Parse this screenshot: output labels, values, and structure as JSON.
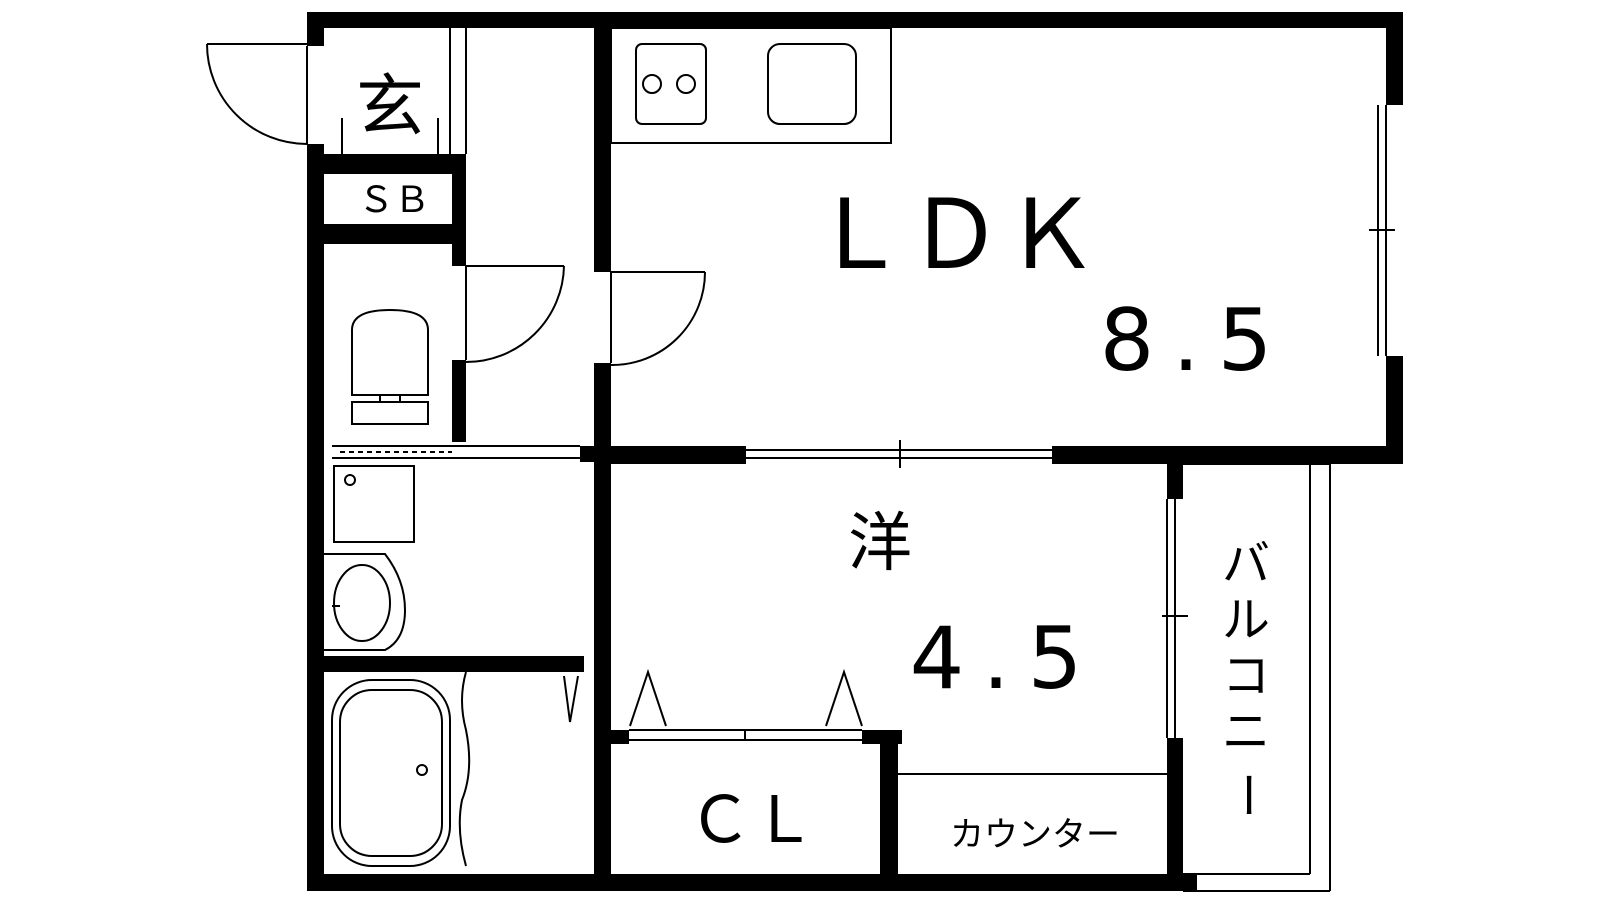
{
  "rooms": {
    "genkan": "玄",
    "shoebox": "ＳＢ",
    "ldk": {
      "name": "ＬＤＫ",
      "size": "8.5"
    },
    "western": {
      "name": "洋",
      "size": "4.5"
    },
    "closet": "ＣＬ",
    "counter": "カウンター",
    "balcony": [
      "バ",
      "ル",
      "コ",
      "ニ",
      "ー"
    ]
  }
}
